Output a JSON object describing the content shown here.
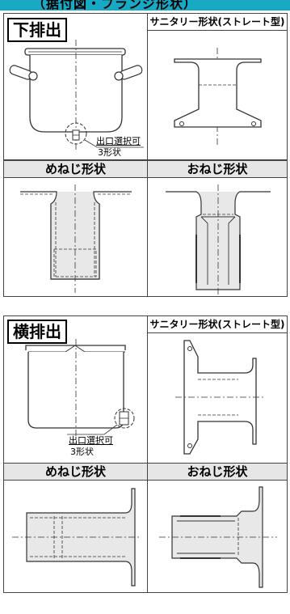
{
  "page": {
    "top_title": "（据付図・フランジ形状）"
  },
  "sections": [
    {
      "title": "下排出",
      "sanitary_header": "サニタリー形状(ストレート型)",
      "outlet_note": "出口選択可",
      "shape_count": "3形状",
      "female_header": "めねじ形状",
      "male_header": "おねじ形状"
    },
    {
      "title": "横排出",
      "sanitary_header": "サニタリー形状(ストレート型)",
      "outlet_note": "出口選択可",
      "shape_count": "3形状",
      "female_header": "めねじ形状",
      "male_header": "おねじ形状"
    }
  ],
  "colors": {
    "accent": "#18a9c4",
    "header_bg": "#e6e6e6",
    "shade": "#e8e8e8"
  }
}
